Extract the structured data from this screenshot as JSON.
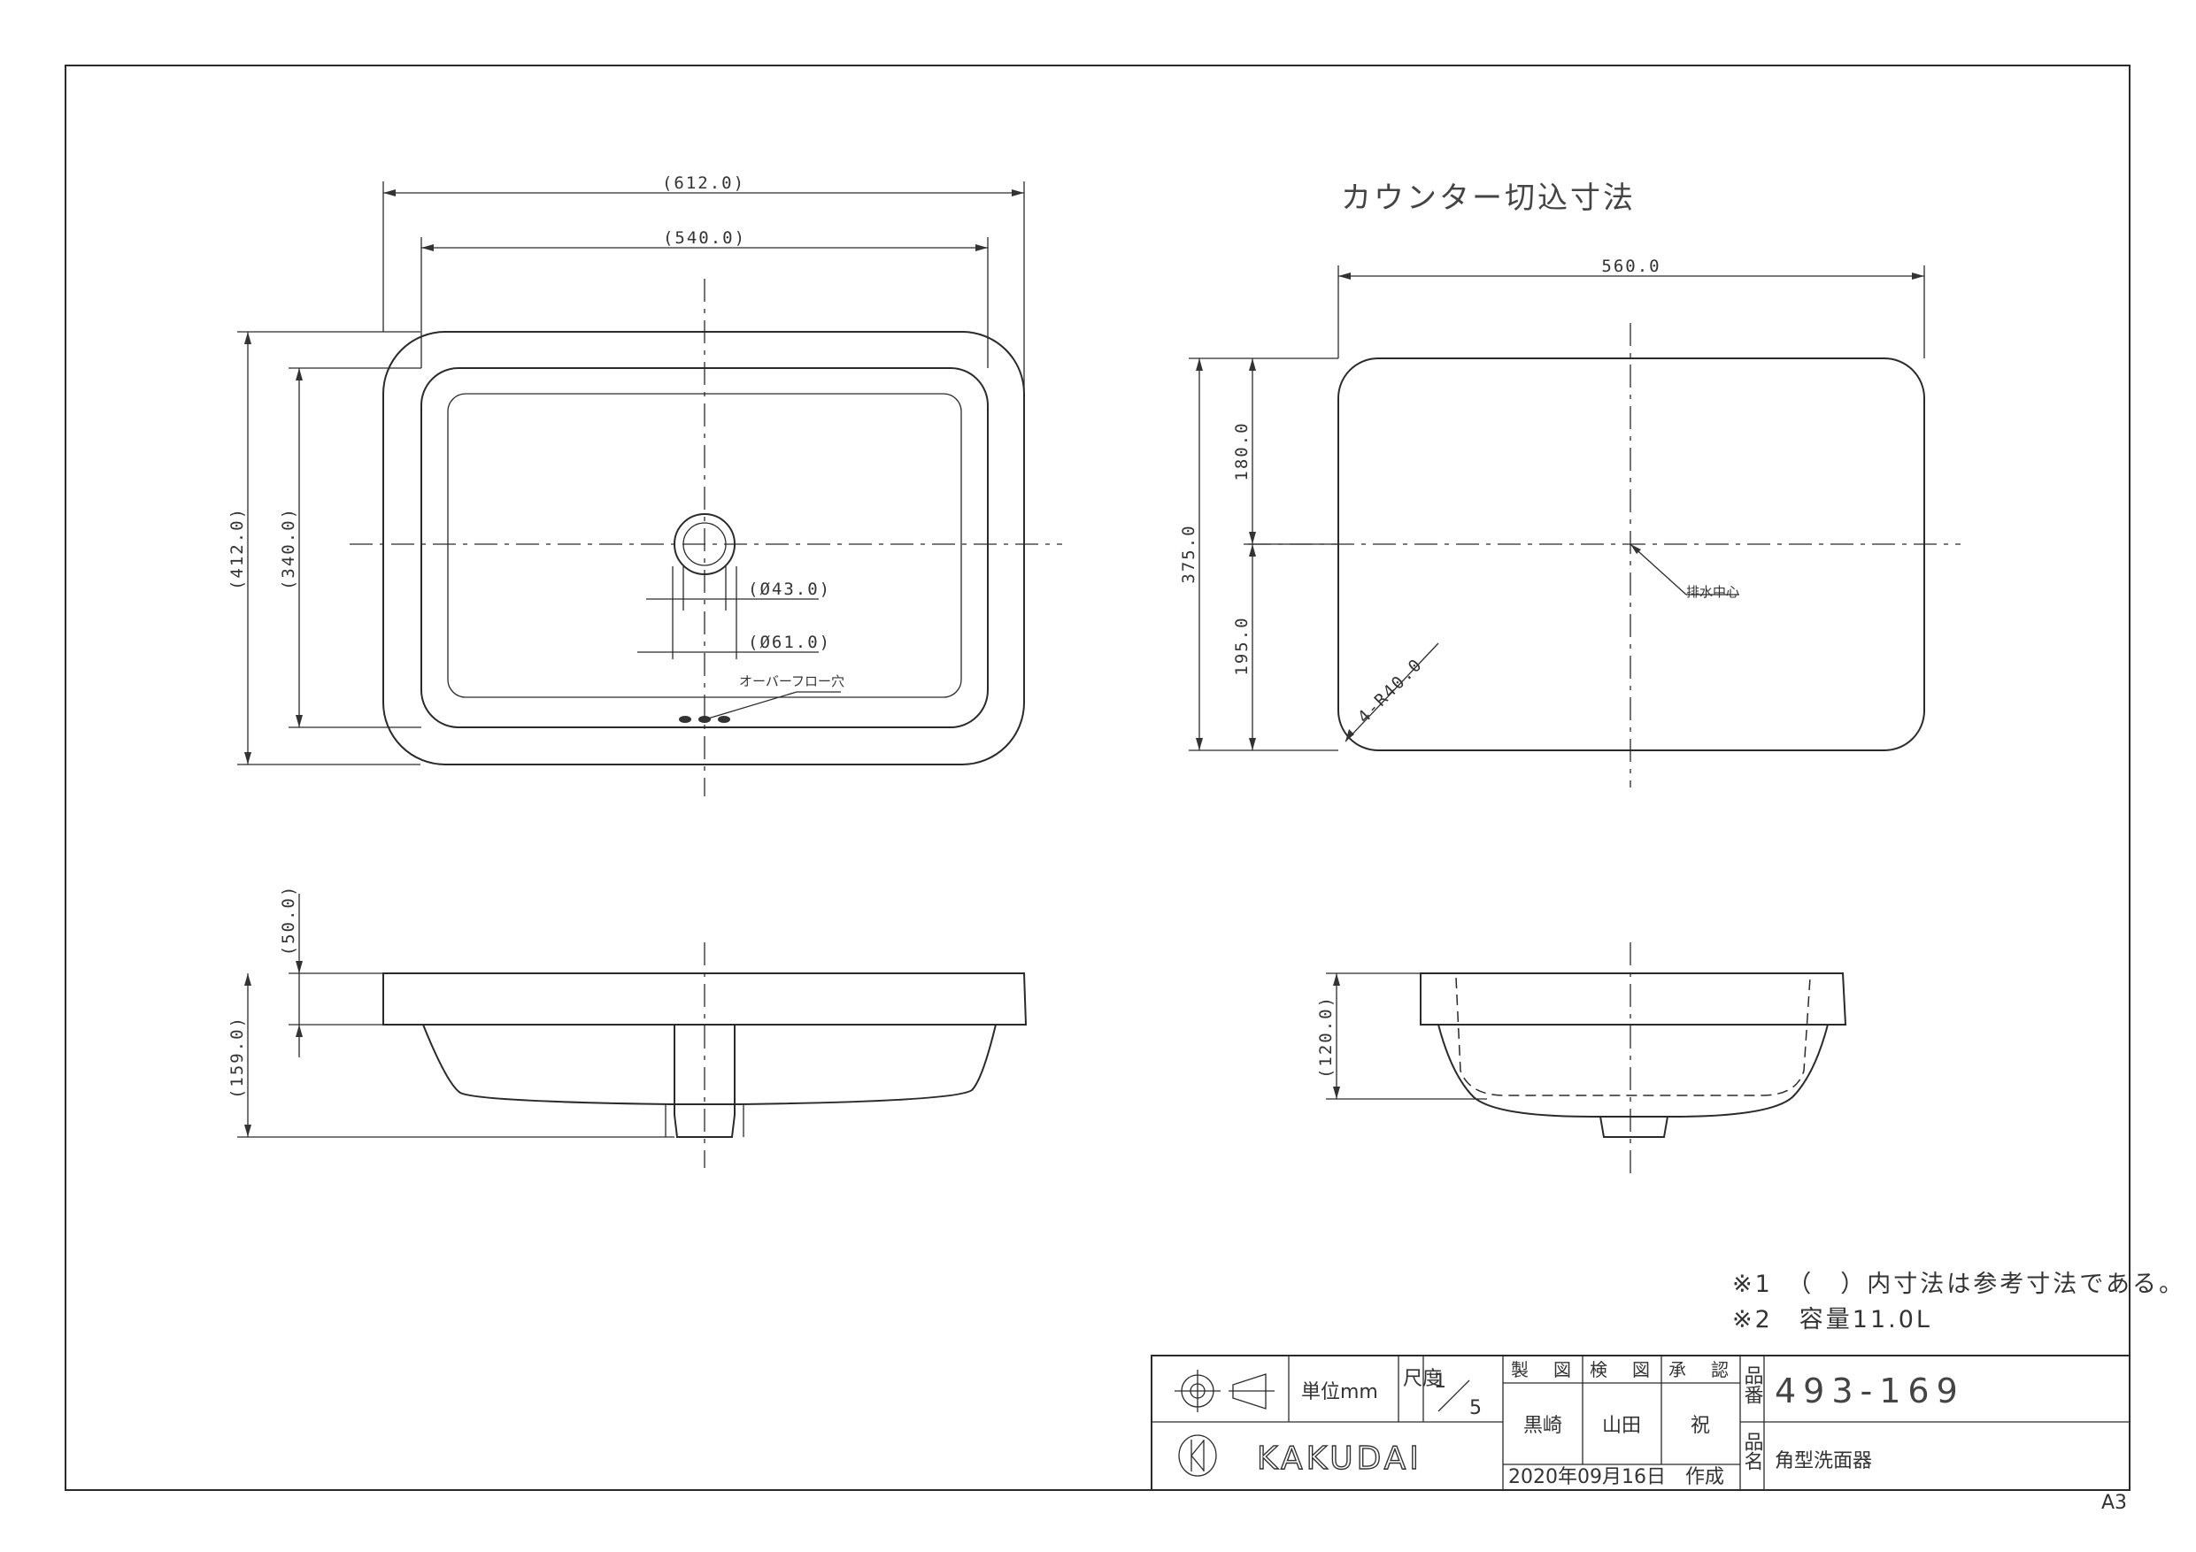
{
  "drawing": {
    "plan_dims": {
      "overall_w": "(612.0)",
      "bowl_w": "(540.0)",
      "overall_d": "(412.0)",
      "bowl_d": "(340.0)",
      "drain_inner": "(Ø43.0)",
      "drain_outer": "(Ø61.0)",
      "overflow": "オーバーフロー穴"
    },
    "cutout": {
      "title": "カウンター切込寸法",
      "width": "560.0",
      "depth": "375.0",
      "upper": "180.0",
      "lower": "195.0",
      "corner": "4-R40.0",
      "drain_center": "排水中心"
    },
    "elevation_dims": {
      "rim": "(50.0)",
      "height": "(159.0)",
      "side_height": "(120.0)"
    },
    "notes": [
      "※1　（　）内寸法は参考寸法である。",
      "※2　容量11.0L"
    ],
    "sheet_size": "A3"
  },
  "title_block": {
    "unit": "単位mm",
    "scale_label": "尺度",
    "scale_num": "1",
    "scale_den": "5",
    "headers": [
      "製　図",
      "検　図",
      "承　認"
    ],
    "names": [
      "黒崎",
      "山田",
      "祝"
    ],
    "date": "2020年09月16日　作成",
    "part_no_label": "品番",
    "part_no": "493-169",
    "part_name_label": "品名",
    "part_name": "角型洗面器",
    "company": "KAKUDAI"
  }
}
